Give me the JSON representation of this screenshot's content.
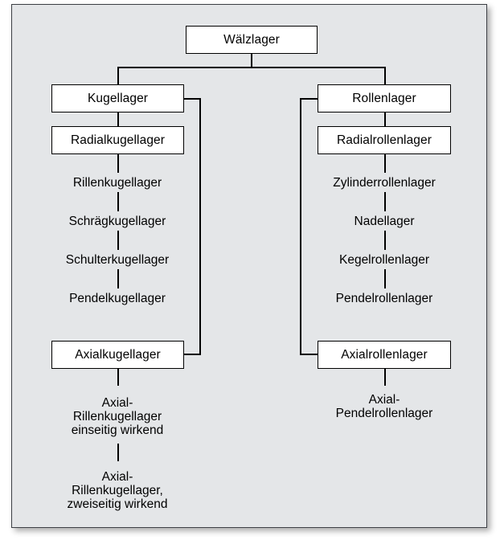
{
  "diagram": {
    "title": "Wälzlager",
    "type": "hierarchy-tree",
    "language": "de",
    "colors": {
      "panel_background": "#e4e6e8",
      "panel_border": "#3c3f44",
      "node_fill": "#ffffff",
      "node_border": "#000000",
      "connector": "#000000",
      "text": "#000000"
    },
    "root": {
      "label": "Wälzlager"
    },
    "branches": [
      {
        "name": "kugellager-branch",
        "head": {
          "label": "Kugellager"
        },
        "radial": {
          "label": "Radialkugellager",
          "children": [
            {
              "label": "Rillenkugellager"
            },
            {
              "label": "Schrägkugellager"
            },
            {
              "label": "Schulterkugellager"
            },
            {
              "label": "Pendelkugellager"
            }
          ]
        },
        "axial": {
          "label": "Axialkugellager",
          "children": [
            {
              "label": "Axial-\nRillenkugellager\neinseitig wirkend"
            },
            {
              "label": "Axial-\nRillenkugellager,\nzweiseitig wirkend"
            }
          ]
        }
      },
      {
        "name": "rollenlager-branch",
        "head": {
          "label": "Rollenlager"
        },
        "radial": {
          "label": "Radialrollenlager",
          "children": [
            {
              "label": "Zylinderrollenlager"
            },
            {
              "label": "Nadellager"
            },
            {
              "label": "Kegelrollenlager"
            },
            {
              "label": "Pendelrollenlager"
            }
          ]
        },
        "axial": {
          "label": "Axialrollenlager",
          "children": [
            {
              "label": "Axial-\nPendelrollenlager"
            }
          ]
        }
      }
    ]
  }
}
